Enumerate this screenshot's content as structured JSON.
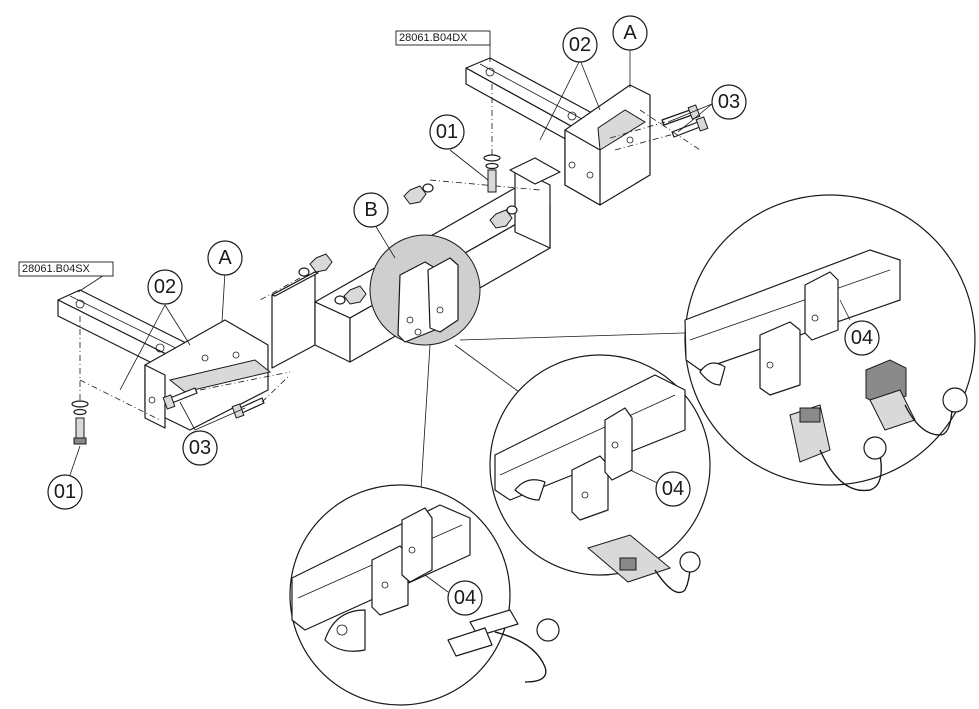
{
  "labels": {
    "part_01": "01",
    "part_02": "02",
    "part_03": "03",
    "part_04": "04",
    "ref_A": "A",
    "ref_B": "B"
  },
  "codes": {
    "right_bracket": "28061.B04DX",
    "left_bracket": "28061.B04SX"
  }
}
